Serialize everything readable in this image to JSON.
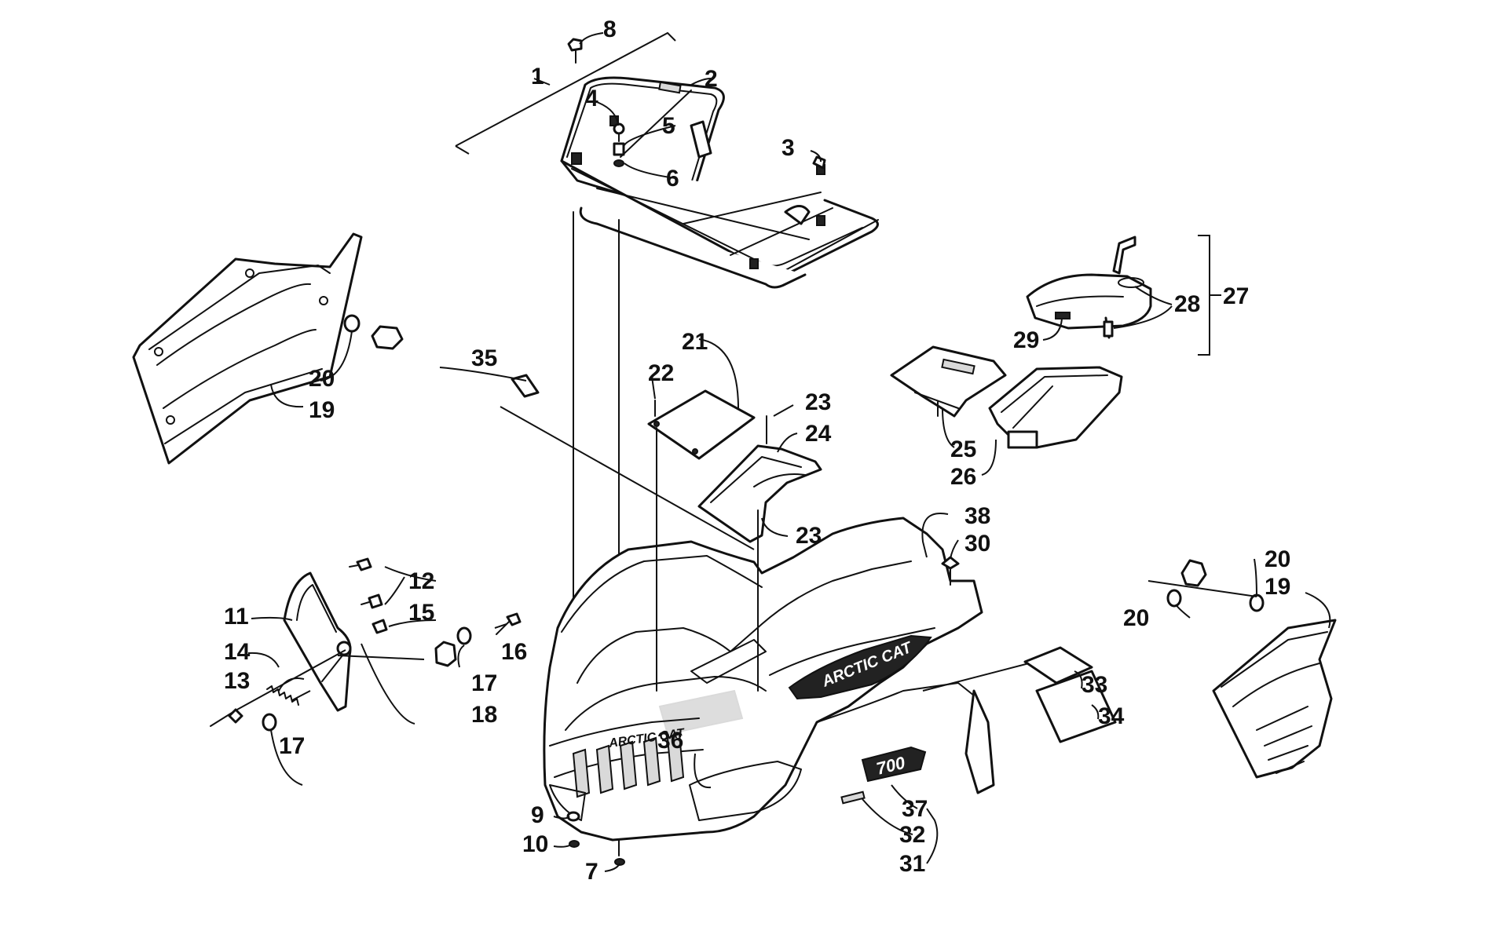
{
  "callouts": [
    {
      "id": "c1",
      "label": "1"
    },
    {
      "id": "c2",
      "label": "2"
    },
    {
      "id": "c3",
      "label": "3"
    },
    {
      "id": "c4",
      "label": "4"
    },
    {
      "id": "c5",
      "label": "5"
    },
    {
      "id": "c6",
      "label": "6"
    },
    {
      "id": "c7",
      "label": "7"
    },
    {
      "id": "c8",
      "label": "8"
    },
    {
      "id": "c9",
      "label": "9"
    },
    {
      "id": "c10",
      "label": "10"
    },
    {
      "id": "c11",
      "label": "11"
    },
    {
      "id": "c12",
      "label": "12"
    },
    {
      "id": "c13",
      "label": "13"
    },
    {
      "id": "c14",
      "label": "14"
    },
    {
      "id": "c15",
      "label": "15"
    },
    {
      "id": "c16",
      "label": "16"
    },
    {
      "id": "c17a",
      "label": "17"
    },
    {
      "id": "c17b",
      "label": "17"
    },
    {
      "id": "c18",
      "label": "18"
    },
    {
      "id": "c19a",
      "label": "19"
    },
    {
      "id": "c19b",
      "label": "19"
    },
    {
      "id": "c20a",
      "label": "20"
    },
    {
      "id": "c20b",
      "label": "20"
    },
    {
      "id": "c20c",
      "label": "20"
    },
    {
      "id": "c21",
      "label": "21"
    },
    {
      "id": "c22",
      "label": "22"
    },
    {
      "id": "c23a",
      "label": "23"
    },
    {
      "id": "c23b",
      "label": "23"
    },
    {
      "id": "c24",
      "label": "24"
    },
    {
      "id": "c25",
      "label": "25"
    },
    {
      "id": "c26",
      "label": "26"
    },
    {
      "id": "c27",
      "label": "27"
    },
    {
      "id": "c28",
      "label": "28"
    },
    {
      "id": "c29",
      "label": "29"
    },
    {
      "id": "c30",
      "label": "30"
    },
    {
      "id": "c31",
      "label": "31"
    },
    {
      "id": "c32",
      "label": "32"
    },
    {
      "id": "c33",
      "label": "33"
    },
    {
      "id": "c34",
      "label": "34"
    },
    {
      "id": "c35",
      "label": "35"
    },
    {
      "id": "c36",
      "label": "36"
    },
    {
      "id": "c37",
      "label": "37"
    },
    {
      "id": "c38",
      "label": "38"
    }
  ],
  "decals": {
    "front_brand": "ARCTIC CAT",
    "side_brand": "ARCTIC CAT",
    "model_badge": "700"
  },
  "colors": {
    "line": "#111111",
    "background": "#ffffff",
    "decal_dark": "#222222"
  }
}
